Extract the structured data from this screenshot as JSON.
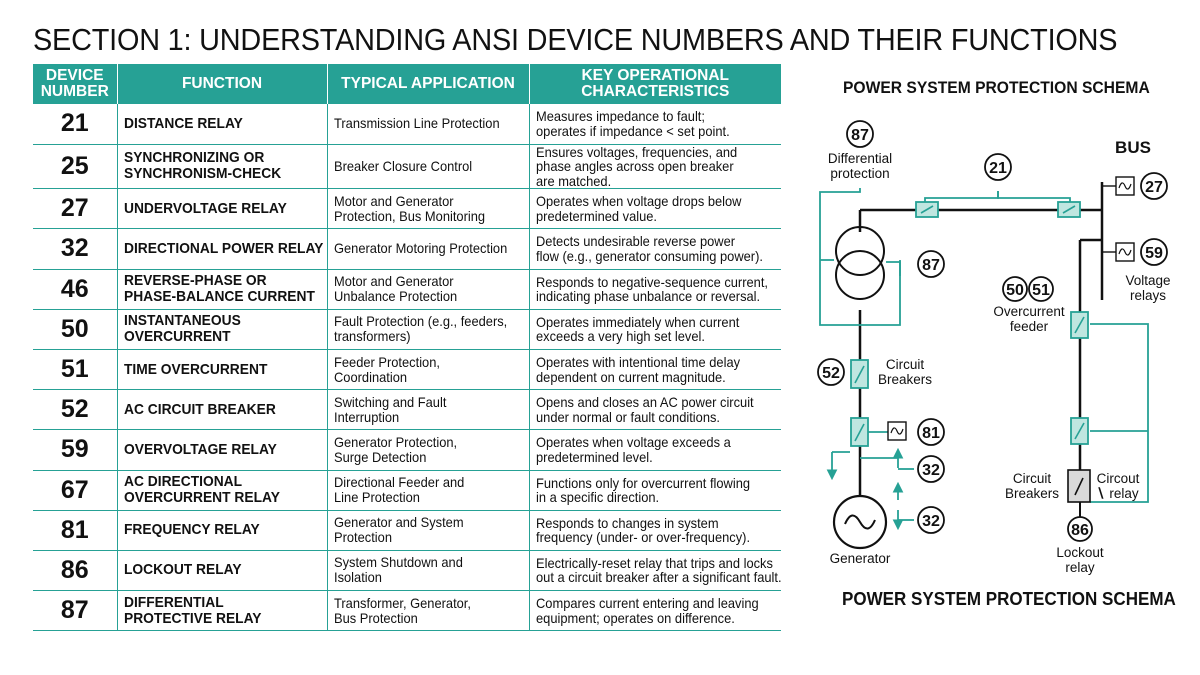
{
  "page": {
    "title": "SECTION 1: UNDERSTANDING ANSI DEVICE NUMBERS AND THEIR FUNCTIONS"
  },
  "table": {
    "headers": {
      "device_number_line1": "DEVICE",
      "device_number_line2": "NUMBER",
      "function": "FUNCTION",
      "application": "TYPICAL APPLICATION",
      "characteristics_line1": "KEY OPERATIONAL",
      "characteristics_line2": "CHARACTERISTICS"
    },
    "rows": [
      {
        "number": "21",
        "function": [
          "DISTANCE RELAY"
        ],
        "application": [
          "Transmission Line Protection"
        ],
        "characteristics": [
          "Measures impedance to fault;",
          "operates if impedance < set point."
        ]
      },
      {
        "number": "25",
        "function": [
          "SYNCHRONIZING OR",
          "SYNCHRONISM-CHECK"
        ],
        "application": [
          "Breaker Closure Control"
        ],
        "characteristics": [
          "Ensures voltages, frequencies, and",
          "phase angles across open breaker",
          "are matched."
        ]
      },
      {
        "number": "27",
        "function": [
          "UNDERVOLTAGE RELAY"
        ],
        "application": [
          "Motor and Generator",
          "Protection, Bus Monitoring"
        ],
        "characteristics": [
          "Operates when voltage drops below",
          "predetermined value."
        ]
      },
      {
        "number": "32",
        "function": [
          "DIRECTIONAL POWER RELAY"
        ],
        "application": [
          "Generator Motoring Protection"
        ],
        "characteristics": [
          "Detects undesirable reverse power",
          "flow (e.g., generator consuming power)."
        ]
      },
      {
        "number": "46",
        "function": [
          "REVERSE-PHASE OR",
          "PHASE-BALANCE CURRENT"
        ],
        "application": [
          "Motor and Generator",
          "Unbalance Protection"
        ],
        "characteristics": [
          "Responds to negative-sequence current,",
          "indicating phase unbalance or reversal."
        ]
      },
      {
        "number": "50",
        "function": [
          "INSTANTANEOUS",
          "OVERCURRENT"
        ],
        "application": [
          "Fault Protection (e.g., feeders,",
          "transformers)"
        ],
        "characteristics": [
          "Operates immediately when current",
          "exceeds a very high set level."
        ]
      },
      {
        "number": "51",
        "function": [
          "TIME OVERCURRENT"
        ],
        "application": [
          "Feeder Protection,",
          "Coordination"
        ],
        "characteristics": [
          "Operates with intentional time delay",
          "dependent on current magnitude."
        ]
      },
      {
        "number": "52",
        "function": [
          "AC CIRCUIT BREAKER"
        ],
        "application": [
          "Switching and Fault",
          "Interruption"
        ],
        "characteristics": [
          "Opens and closes an AC power circuit",
          "under normal or fault conditions."
        ]
      },
      {
        "number": "59",
        "function": [
          "OVERVOLTAGE RELAY"
        ],
        "application": [
          "Generator Protection,",
          "Surge Detection"
        ],
        "characteristics": [
          "Operates when voltage exceeds a",
          "predetermined level."
        ]
      },
      {
        "number": "67",
        "function": [
          "AC DIRECTIONAL",
          "OVERCURRENT RELAY"
        ],
        "application": [
          "Directional Feeder and",
          "Line Protection"
        ],
        "characteristics": [
          "Functions only for overcurrent flowing",
          "in a specific direction."
        ]
      },
      {
        "number": "81",
        "function": [
          "FREQUENCY RELAY"
        ],
        "application": [
          "Generator and System",
          "Protection"
        ],
        "characteristics": [
          "Responds to changes in system",
          "frequency (under- or over-frequency)."
        ]
      },
      {
        "number": "86",
        "function": [
          "LOCKOUT RELAY"
        ],
        "application": [
          "System Shutdown and",
          "Isolation"
        ],
        "characteristics": [
          "Electrically-reset relay that trips and locks",
          "out a circuit breaker after a significant fault."
        ]
      },
      {
        "number": "87",
        "function": [
          "DIFFERENTIAL",
          "PROTECTIVE RELAY"
        ],
        "application": [
          "Transformer, Generator,",
          "Bus Protection"
        ],
        "characteristics": [
          "Compares current entering and leaving",
          "equipment; operates on difference."
        ]
      }
    ]
  },
  "schema": {
    "title_top": "POWER SYSTEM PROTECTION SCHEMA",
    "title_bottom": "POWER SYSTEM PROTECTION SCHEMA",
    "devices": {
      "d87_top": "87",
      "d21": "21",
      "d27": "27",
      "d59": "59",
      "d87_mid": "87",
      "d50": "50",
      "d51": "51",
      "d52": "52",
      "d81": "81",
      "d32_a": "32",
      "d32_b": "32",
      "d86": "86"
    },
    "labels": {
      "differential_1": "Differential",
      "differential_2": "protection",
      "bus": "BUS",
      "voltage_1": "Voltage",
      "voltage_2": "relays",
      "overcurrent_1": "Overcurrent",
      "overcurrent_2": "feeder",
      "cb_left_1": "Circuit",
      "cb_left_2": "Breakers",
      "generator": "Generator",
      "cb_right_1": "Circuit",
      "cb_right_2": "Breakers",
      "circout_1": "Circout",
      "circout_2": "relay",
      "lockout_1": "Lockout",
      "lockout_2": "relay"
    },
    "colors": {
      "accent": "#26a195",
      "line": "#111111",
      "breaker_fill": "#bfe6e0",
      "relay_fill": "#d9d9d9"
    }
  }
}
